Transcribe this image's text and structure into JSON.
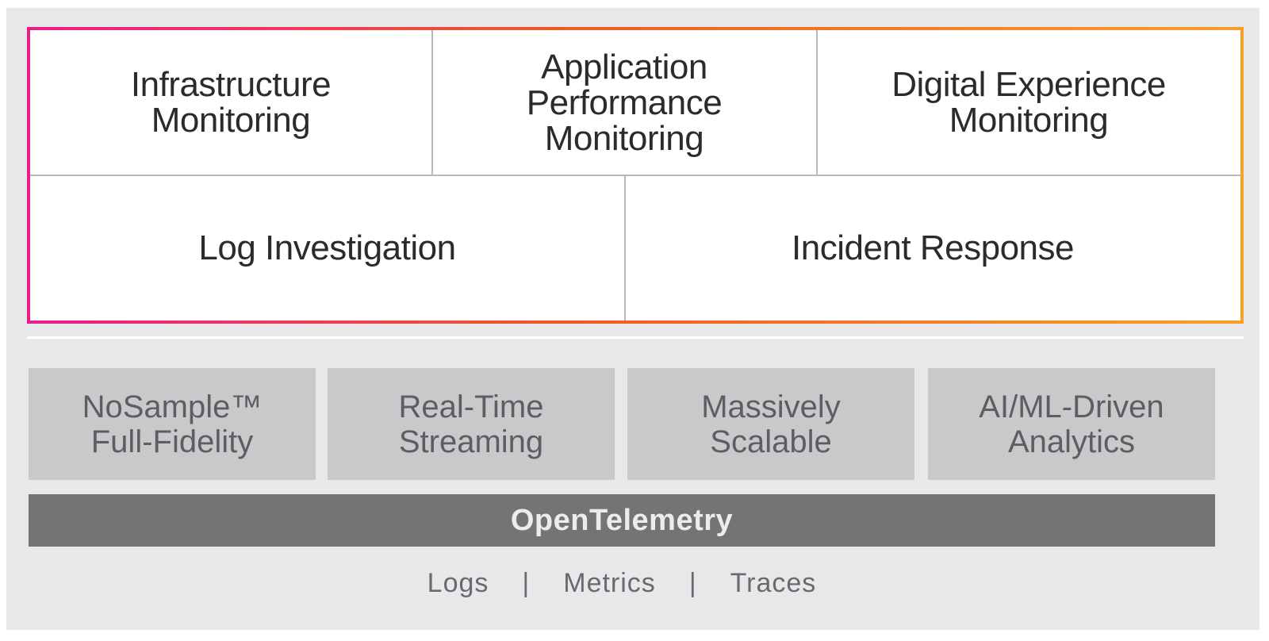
{
  "solutions": {
    "infrastructure": [
      "Infrastructure",
      "Monitoring"
    ],
    "apm": [
      "Application",
      "Performance",
      "Monitoring"
    ],
    "dem": [
      "Digital Experience",
      "Monitoring"
    ],
    "logs": "Log Investigation",
    "incident": "Incident Response"
  },
  "features": {
    "nosample": [
      "NoSample™",
      "Full-Fidelity"
    ],
    "realtime": [
      "Real-Time",
      "Streaming"
    ],
    "scalable": [
      "Massively",
      "Scalable"
    ],
    "aiml": [
      "AI/ML-Driven",
      "Analytics"
    ]
  },
  "foundation": {
    "label": "OpenTelemetry"
  },
  "signals": {
    "items": [
      "Logs",
      "Metrics",
      "Traces"
    ],
    "separator": "|"
  },
  "colors": {
    "gradient_start": "#e91e8c",
    "gradient_mid": "#f15a24",
    "gradient_end": "#f7a128",
    "background": "#e8e7ea",
    "feature_box": "#c9c8cb",
    "foundation_bar": "#757376"
  }
}
